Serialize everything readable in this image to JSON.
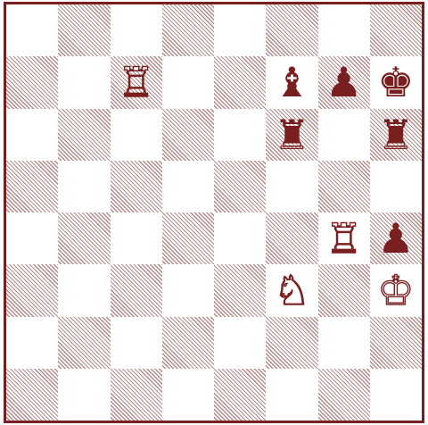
{
  "board": {
    "colors": {
      "border": "#7a1f1f",
      "light_square": "#ffffff",
      "dark_square_hatch": "#b58a8a",
      "white_piece_fill": "#ffffff",
      "piece_ink": "#7a1f1f"
    },
    "orientation": "white-at-bottom",
    "squares": [
      {
        "square": "a8",
        "color": "light",
        "piece": ""
      },
      {
        "square": "b8",
        "color": "dark",
        "piece": ""
      },
      {
        "square": "c8",
        "color": "light",
        "piece": ""
      },
      {
        "square": "d8",
        "color": "dark",
        "piece": ""
      },
      {
        "square": "e8",
        "color": "light",
        "piece": ""
      },
      {
        "square": "f8",
        "color": "dark",
        "piece": ""
      },
      {
        "square": "g8",
        "color": "light",
        "piece": ""
      },
      {
        "square": "h8",
        "color": "dark",
        "piece": ""
      },
      {
        "square": "a7",
        "color": "dark",
        "piece": ""
      },
      {
        "square": "b7",
        "color": "light",
        "piece": ""
      },
      {
        "square": "c7",
        "color": "dark",
        "piece": "♖",
        "side": "white",
        "name": "white-rook-icon"
      },
      {
        "square": "d7",
        "color": "light",
        "piece": ""
      },
      {
        "square": "e7",
        "color": "dark",
        "piece": ""
      },
      {
        "square": "f7",
        "color": "light",
        "piece": "♝",
        "side": "black",
        "name": "black-bishop-icon"
      },
      {
        "square": "g7",
        "color": "dark",
        "piece": "♟",
        "side": "black",
        "name": "black-pawn-icon"
      },
      {
        "square": "h7",
        "color": "light",
        "piece": "♚",
        "side": "black",
        "name": "black-king-icon"
      },
      {
        "square": "a6",
        "color": "light",
        "piece": ""
      },
      {
        "square": "b6",
        "color": "dark",
        "piece": ""
      },
      {
        "square": "c6",
        "color": "light",
        "piece": ""
      },
      {
        "square": "d6",
        "color": "dark",
        "piece": ""
      },
      {
        "square": "e6",
        "color": "light",
        "piece": ""
      },
      {
        "square": "f6",
        "color": "dark",
        "piece": "♜",
        "side": "black",
        "name": "black-rook-icon"
      },
      {
        "square": "g6",
        "color": "light",
        "piece": ""
      },
      {
        "square": "h6",
        "color": "dark",
        "piece": "♜",
        "side": "black",
        "name": "black-rook-icon"
      },
      {
        "square": "a5",
        "color": "dark",
        "piece": ""
      },
      {
        "square": "b5",
        "color": "light",
        "piece": ""
      },
      {
        "square": "c5",
        "color": "dark",
        "piece": ""
      },
      {
        "square": "d5",
        "color": "light",
        "piece": ""
      },
      {
        "square": "e5",
        "color": "dark",
        "piece": ""
      },
      {
        "square": "f5",
        "color": "light",
        "piece": ""
      },
      {
        "square": "g5",
        "color": "dark",
        "piece": ""
      },
      {
        "square": "h5",
        "color": "light",
        "piece": ""
      },
      {
        "square": "a4",
        "color": "light",
        "piece": ""
      },
      {
        "square": "b4",
        "color": "dark",
        "piece": ""
      },
      {
        "square": "c4",
        "color": "light",
        "piece": ""
      },
      {
        "square": "d4",
        "color": "dark",
        "piece": ""
      },
      {
        "square": "e4",
        "color": "light",
        "piece": ""
      },
      {
        "square": "f4",
        "color": "dark",
        "piece": ""
      },
      {
        "square": "g4",
        "color": "light",
        "piece": "♖",
        "side": "white",
        "name": "white-rook-icon"
      },
      {
        "square": "h4",
        "color": "dark",
        "piece": "♟",
        "side": "black",
        "name": "black-pawn-icon"
      },
      {
        "square": "a3",
        "color": "dark",
        "piece": ""
      },
      {
        "square": "b3",
        "color": "light",
        "piece": ""
      },
      {
        "square": "c3",
        "color": "dark",
        "piece": ""
      },
      {
        "square": "d3",
        "color": "light",
        "piece": ""
      },
      {
        "square": "e3",
        "color": "dark",
        "piece": ""
      },
      {
        "square": "f3",
        "color": "light",
        "piece": "♘",
        "side": "white",
        "name": "white-knight-icon"
      },
      {
        "square": "g3",
        "color": "dark",
        "piece": ""
      },
      {
        "square": "h3",
        "color": "light",
        "piece": "♔",
        "side": "white",
        "name": "white-king-icon"
      },
      {
        "square": "a2",
        "color": "light",
        "piece": ""
      },
      {
        "square": "b2",
        "color": "dark",
        "piece": ""
      },
      {
        "square": "c2",
        "color": "light",
        "piece": ""
      },
      {
        "square": "d2",
        "color": "dark",
        "piece": ""
      },
      {
        "square": "e2",
        "color": "light",
        "piece": ""
      },
      {
        "square": "f2",
        "color": "dark",
        "piece": ""
      },
      {
        "square": "g2",
        "color": "light",
        "piece": ""
      },
      {
        "square": "h2",
        "color": "dark",
        "piece": ""
      },
      {
        "square": "a1",
        "color": "dark",
        "piece": ""
      },
      {
        "square": "b1",
        "color": "light",
        "piece": ""
      },
      {
        "square": "c1",
        "color": "dark",
        "piece": ""
      },
      {
        "square": "d1",
        "color": "light",
        "piece": ""
      },
      {
        "square": "e1",
        "color": "dark",
        "piece": ""
      },
      {
        "square": "f1",
        "color": "light",
        "piece": ""
      },
      {
        "square": "g1",
        "color": "dark",
        "piece": ""
      },
      {
        "square": "h1",
        "color": "light",
        "piece": ""
      }
    ]
  }
}
